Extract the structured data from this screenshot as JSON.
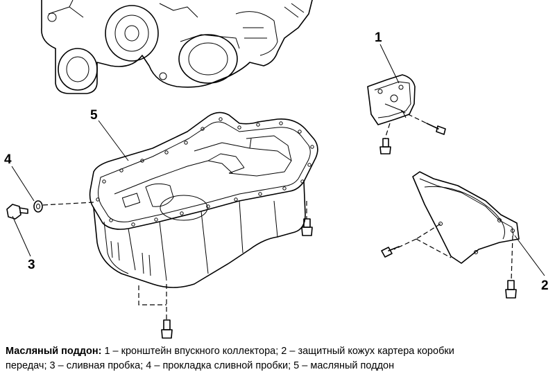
{
  "callouts": {
    "c1": "1",
    "c2": "2",
    "c3": "3",
    "c4": "4",
    "c5": "5"
  },
  "caption": {
    "title": "Масляный поддон:",
    "line1": " 1 – кронштейн впускного коллектора; 2 – защитный кожух картера коробки",
    "line2": "передач; 3 – сливная пробка; 4 – прокладка сливной пробки; 5 – масляный поддон"
  }
}
